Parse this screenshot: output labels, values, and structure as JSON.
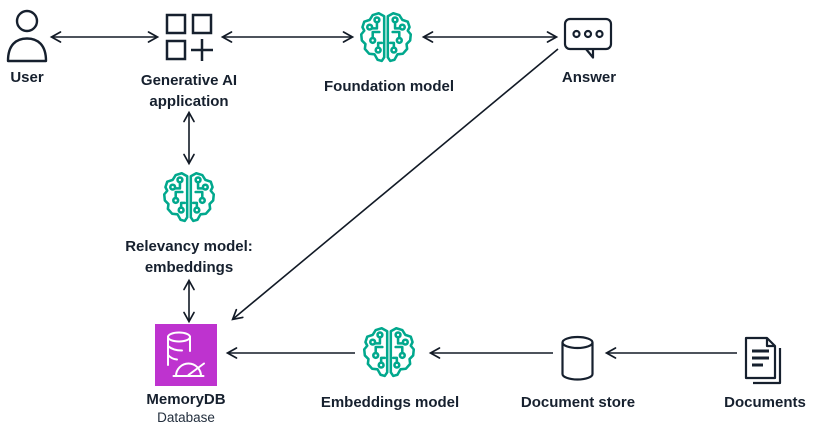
{
  "diagram": {
    "nodes": {
      "user": {
        "label": "User",
        "icon": "user-icon"
      },
      "generative_ai_application": {
        "label_line1": "Generative AI",
        "label_line2": "application",
        "icon": "generative-ai-application-icon"
      },
      "foundation_model": {
        "label": "Foundation model",
        "icon": "ml-model-brain-icon"
      },
      "answer": {
        "label": "Answer",
        "icon": "chat-bubble-icon"
      },
      "relevancy_model": {
        "label_line1": "Relevancy model:",
        "label_line2": "embeddings",
        "icon": "ml-model-brain-icon"
      },
      "memorydb": {
        "label": "MemoryDB",
        "sublabel": "Database",
        "icon": "memorydb-database-icon"
      },
      "embeddings_model": {
        "label": "Embeddings model",
        "icon": "ml-model-brain-icon"
      },
      "document_store": {
        "label": "Document store",
        "icon": "database-cylinder-icon"
      },
      "documents": {
        "label": "Documents",
        "icon": "documents-icon"
      }
    },
    "edges": [
      {
        "from": "user",
        "to": "generative_ai_application",
        "bidirectional": true
      },
      {
        "from": "generative_ai_application",
        "to": "foundation_model",
        "bidirectional": true
      },
      {
        "from": "foundation_model",
        "to": "answer",
        "bidirectional": true
      },
      {
        "from": "generative_ai_application",
        "to": "relevancy_model",
        "bidirectional": true
      },
      {
        "from": "relevancy_model",
        "to": "memorydb",
        "bidirectional": true
      },
      {
        "from": "answer",
        "to": "memorydb",
        "bidirectional": false
      },
      {
        "from": "embeddings_model",
        "to": "memorydb",
        "bidirectional": false
      },
      {
        "from": "document_store",
        "to": "embeddings_model",
        "bidirectional": false
      },
      {
        "from": "documents",
        "to": "document_store",
        "bidirectional": false
      }
    ],
    "colors": {
      "line": "#121A26",
      "text": "#16202E",
      "model_teal": "#01A88D",
      "memorydb_purple": "#BE33CF"
    }
  }
}
